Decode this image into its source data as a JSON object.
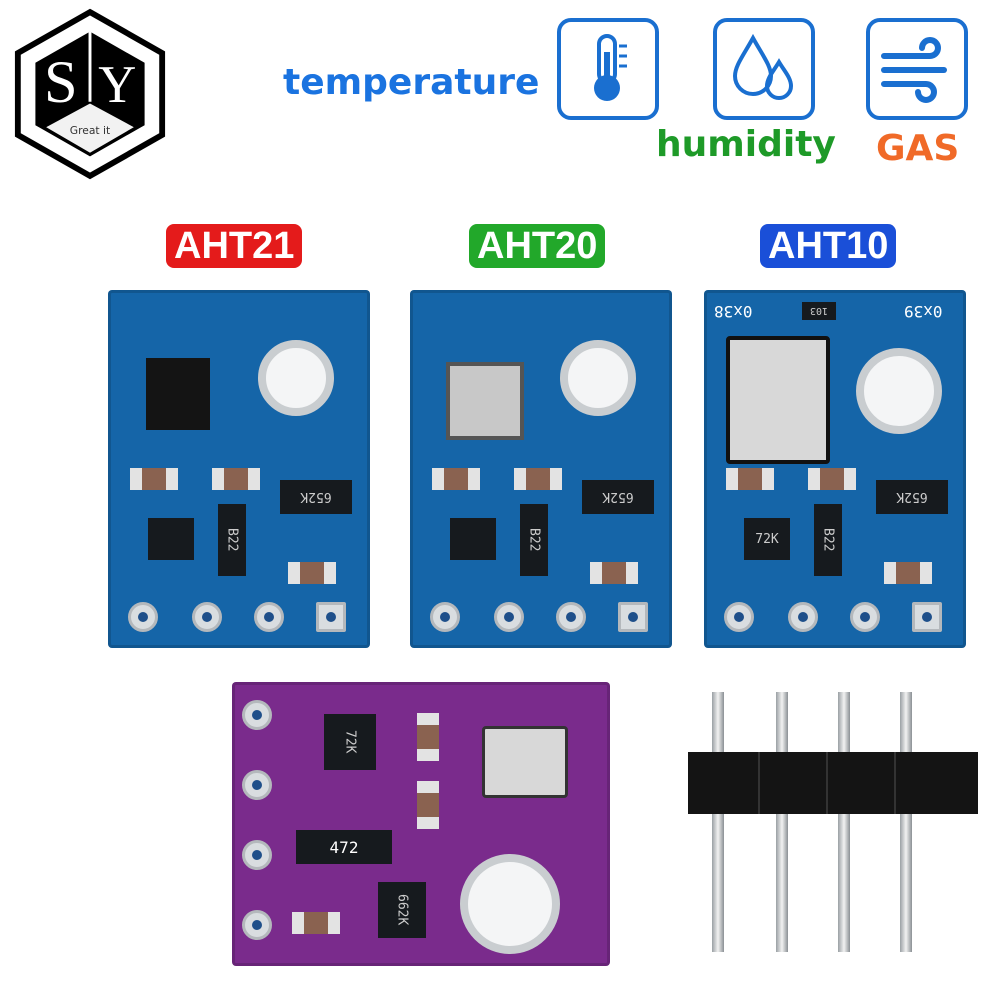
{
  "logo": {
    "letters": "SY",
    "tagline": "Great it"
  },
  "features": [
    {
      "label": "temperature",
      "color": "#1a73e0",
      "icon": "thermometer-icon"
    },
    {
      "label": "humidity",
      "color": "#1e9a28",
      "icon": "water-drops-icon"
    },
    {
      "label": "GAS",
      "color": "#f06a28",
      "icon": "wind-icon"
    }
  ],
  "boards": [
    {
      "model": "AHT21",
      "tag_color": "#e41b1b",
      "pcb_color": "#1565a8",
      "chips": [
        "652K",
        "B22"
      ]
    },
    {
      "model": "AHT20",
      "tag_color": "#22a82a",
      "pcb_color": "#1565a8",
      "chips": [
        "652K",
        "B22"
      ]
    },
    {
      "model": "AHT10",
      "tag_color": "#1a4fd8",
      "pcb_color": "#1565a8",
      "chips": [
        "652K",
        "B22",
        "72K"
      ],
      "silk": [
        "0x38",
        "0x39",
        "103"
      ]
    }
  ],
  "purple_board": {
    "pcb_color": "#7a2b8c",
    "chips": [
      "472",
      "662K",
      "72K"
    ]
  }
}
